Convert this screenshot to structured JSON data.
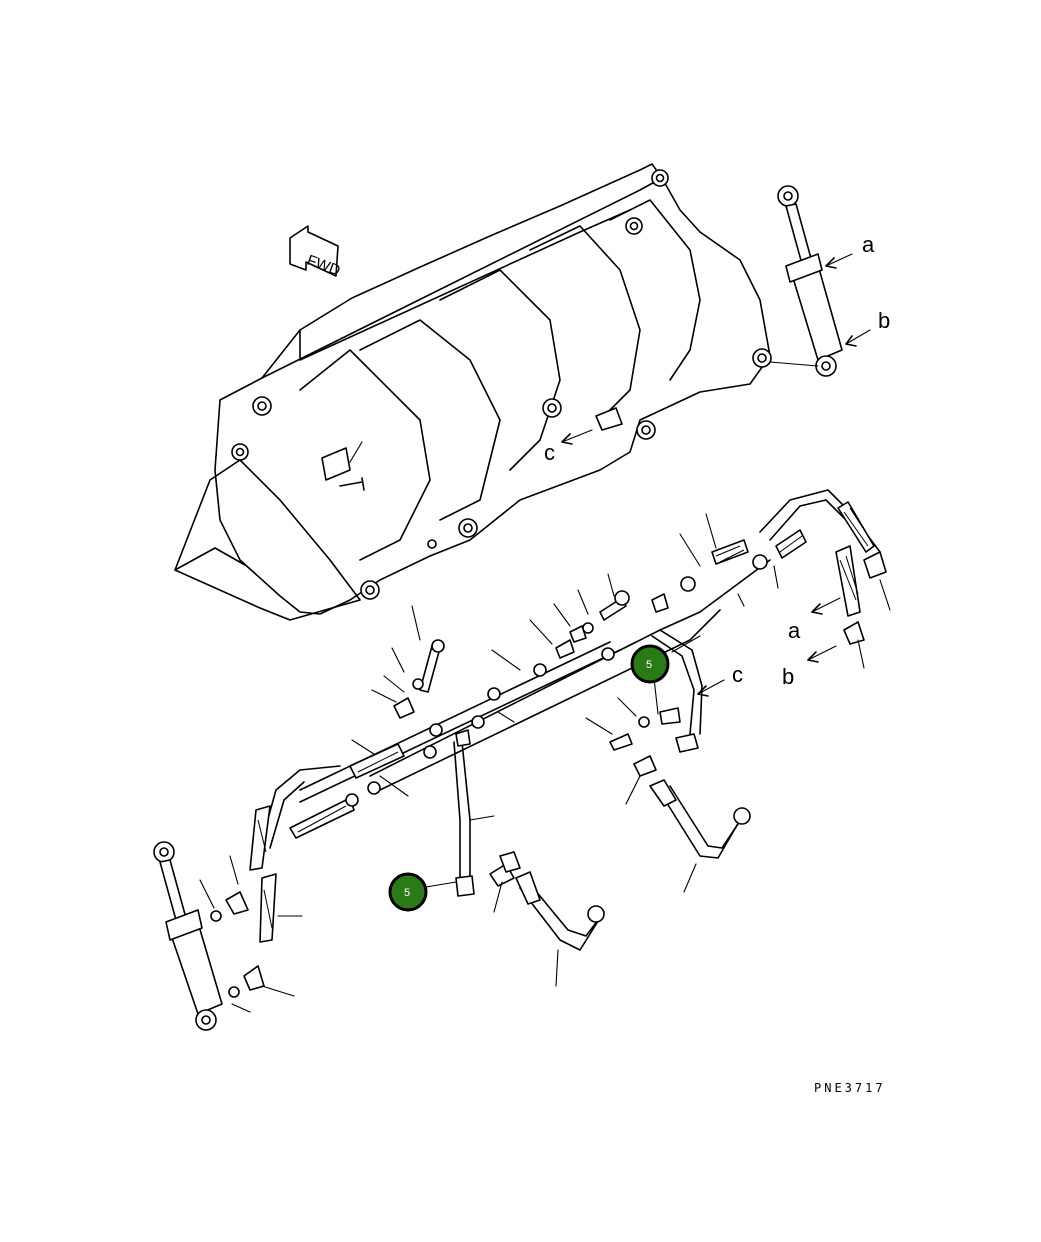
{
  "drawing": {
    "code": "PNE3717",
    "direction_marker": "FWD",
    "letters": {
      "a_top": "a",
      "b_top": "b",
      "c_bucket": "c",
      "a_right": "a",
      "b_right": "b",
      "c_mid": "c"
    },
    "callouts": [
      {
        "number": "5"
      },
      {
        "number": "5"
      }
    ]
  },
  "colors": {
    "callout_fill": "#2a7a17",
    "line": "#000000",
    "background": "#ffffff"
  }
}
